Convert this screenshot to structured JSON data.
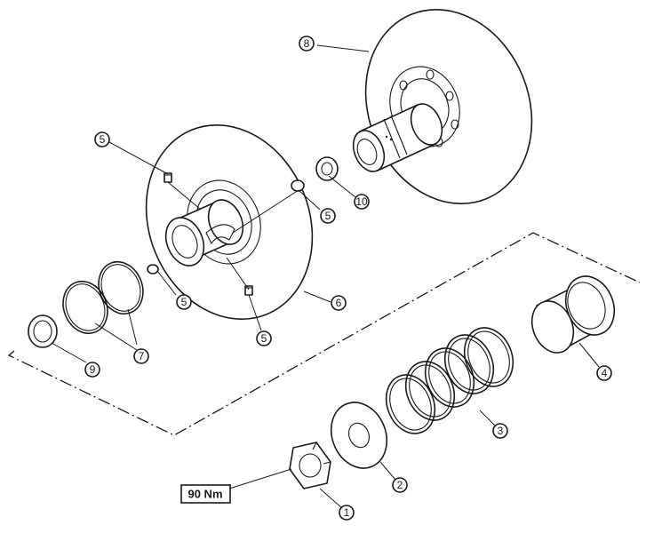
{
  "callouts": [
    {
      "id": "c1",
      "label": "1"
    },
    {
      "id": "c2",
      "label": "2"
    },
    {
      "id": "c3",
      "label": "3"
    },
    {
      "id": "c4",
      "label": "4"
    },
    {
      "id": "c5a",
      "label": "5"
    },
    {
      "id": "c5b",
      "label": "5"
    },
    {
      "id": "c5c",
      "label": "5"
    },
    {
      "id": "c5d",
      "label": "5"
    },
    {
      "id": "c6",
      "label": "6"
    },
    {
      "id": "c7",
      "label": "7"
    },
    {
      "id": "c8",
      "label": "8"
    },
    {
      "id": "c9",
      "label": "9"
    },
    {
      "id": "c10",
      "label": "10"
    }
  ],
  "torque": {
    "label": "90 Nm"
  }
}
